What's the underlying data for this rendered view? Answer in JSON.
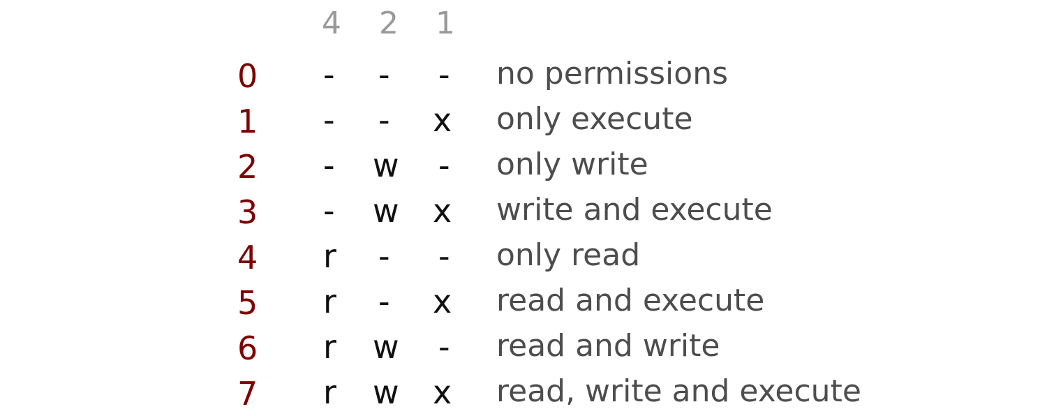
{
  "header": {
    "bits": [
      "4",
      "2",
      "1"
    ]
  },
  "rows": [
    {
      "digit": "0",
      "r": "-",
      "w": "-",
      "x": "-",
      "description": "no permissions"
    },
    {
      "digit": "1",
      "r": "-",
      "w": "-",
      "x": "x",
      "description": "only execute"
    },
    {
      "digit": "2",
      "r": "-",
      "w": "w",
      "x": "-",
      "description": "only write"
    },
    {
      "digit": "3",
      "r": "-",
      "w": "w",
      "x": "x",
      "description": "write and execute"
    },
    {
      "digit": "4",
      "r": "r",
      "w": "-",
      "x": "-",
      "description": "only read"
    },
    {
      "digit": "5",
      "r": "r",
      "w": "-",
      "x": "x",
      "description": "read and execute"
    },
    {
      "digit": "6",
      "r": "r",
      "w": "w",
      "x": "-",
      "description": "read and write"
    },
    {
      "digit": "7",
      "r": "r",
      "w": "w",
      "x": "x",
      "description": "read, write and execute"
    }
  ],
  "colors": {
    "digit": "#7f0000",
    "header": "#999999",
    "flag": "#111111",
    "description": "#4d4d4d"
  }
}
